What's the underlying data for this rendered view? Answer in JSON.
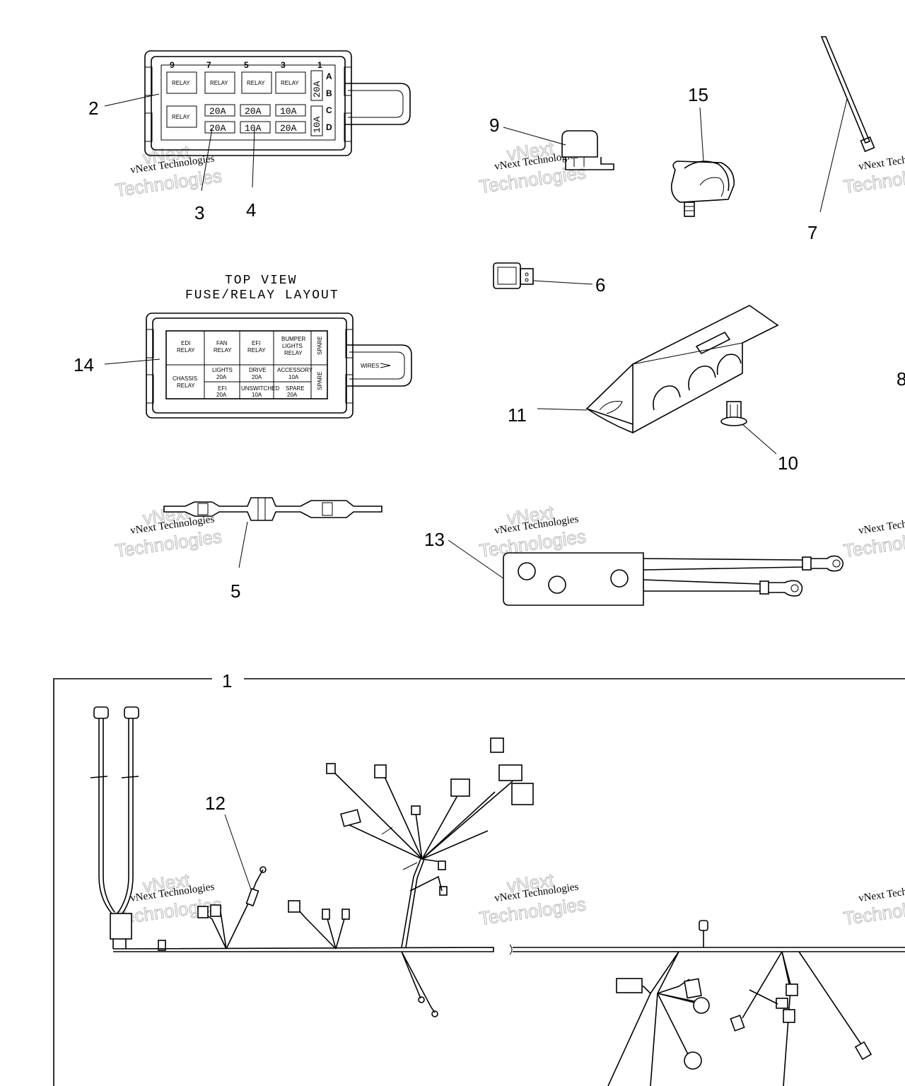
{
  "callouts": {
    "c1": "1",
    "c2": "2",
    "c3": "3",
    "c4": "4",
    "c5": "5",
    "c6": "6",
    "c7": "7",
    "c8": "8",
    "c9": "9",
    "c10": "10",
    "c11": "11",
    "c12": "12",
    "c13": "13",
    "c14": "14",
    "c15": "15"
  },
  "top_view": {
    "heading_line1": "TOP VIEW",
    "heading_line2": "FUSE/RELAY LAYOUT"
  },
  "fuse_box_front": {
    "slot_numbers": [
      "9",
      "7",
      "5",
      "3",
      "1"
    ],
    "row_letters": [
      "A",
      "B",
      "C",
      "D"
    ],
    "relay_label": "RELAY",
    "fuses_row1": [
      "20A",
      "20A",
      "10A"
    ],
    "fuses_row2": [
      "20A",
      "10A",
      "20A"
    ],
    "side_fuse_top": "20A",
    "side_fuse_bottom": "10A"
  },
  "layout_cells": {
    "edi_relay_1": "EDI",
    "edi_relay_2": "RELAY",
    "fan_relay_1": "FAN",
    "fan_relay_2": "RELAY",
    "efi_relay_1": "EFI",
    "efi_relay_2": "RELAY",
    "bumper_1": "BUMPER",
    "bumper_2": "LIGHTS",
    "bumper_3": "RELAY",
    "spare_top": "SPARE",
    "chassis_1": "CHASSIS",
    "chassis_2": "RELAY",
    "lights_1": "LIGHTS",
    "lights_2": "20A",
    "drive_1": "DRIVE",
    "drive_2": "20A",
    "accessory_1": "ACCESSORY",
    "accessory_2": "10A",
    "spare_bottom": "SPARE",
    "efi20_1": "EFI",
    "efi20_2": "20A",
    "unswitched_1": "UNSWITCHED",
    "unswitched_2": "10A",
    "spare20_1": "SPARE",
    "spare20_2": "20A",
    "wires_tag": "WIRES"
  },
  "watermark": {
    "line1": "vNext Technologies",
    "line2": "vNext",
    "line3": "Technologies"
  },
  "colors": {
    "ink": "#000000",
    "paper": "#ffffff",
    "watermark": "#bbbbbb"
  }
}
